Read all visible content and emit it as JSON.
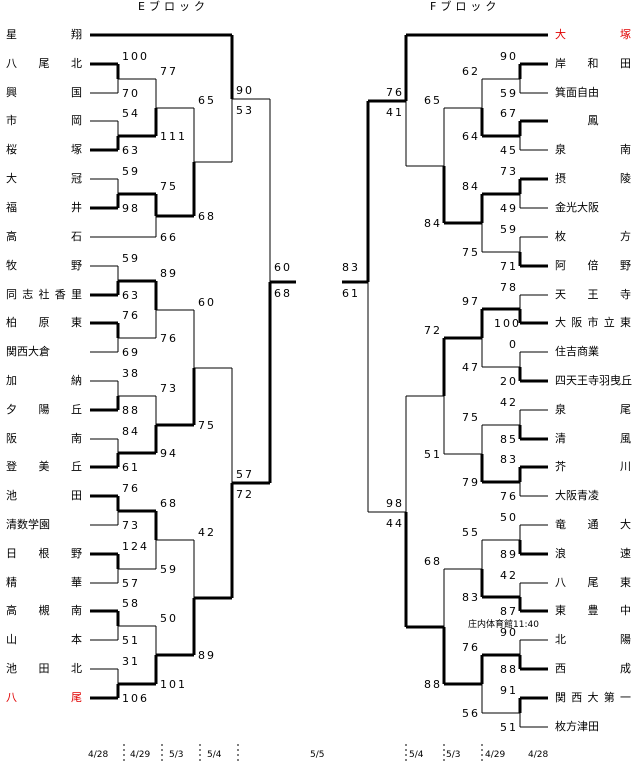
{
  "blocks": {
    "E": {
      "title": "Eブロック",
      "teams": [
        "星　　翔",
        "八　尾　北",
        "興　　国",
        "市　　岡",
        "桜　　塚",
        "大　　冠",
        "福　　井",
        "高　　石",
        "牧　　野",
        "同志社香里",
        "柏　原　東",
        "関西大倉",
        "加　　納",
        "夕　陽　丘",
        "阪　　南",
        "登　美　丘",
        "池　　田",
        "清数学園",
        "日　根　野",
        "精　　華",
        "高　槻　南",
        "山　　本",
        "池　田　北",
        "八　　尾"
      ],
      "r1": [
        "100",
        "70",
        "54",
        "63",
        "59",
        "98",
        "59",
        "63",
        "76",
        "69",
        "38",
        "88",
        "84",
        "61",
        "76",
        "73",
        "124",
        "57",
        "58",
        "51",
        "31",
        "106"
      ],
      "r2": [
        "77",
        "111",
        "75",
        "66",
        "89",
        "76",
        "73",
        "94",
        "68",
        "59",
        "50",
        "101"
      ],
      "r3": [
        "65",
        "68",
        "60",
        "75",
        "42",
        "89"
      ],
      "r4": [
        "90",
        "53",
        "57",
        "72"
      ],
      "r5": [
        "60",
        "68"
      ]
    },
    "F": {
      "title": "Fブロック",
      "teams": [
        "大　　塚",
        "岸　和　田",
        "箕面自由",
        "鳳",
        "泉　　南",
        "摂　　陵",
        "金光大阪",
        "枚　　方",
        "阿　倍　野",
        "天　王　寺",
        "大阪市立東",
        "住吉商業",
        "四天王寺羽曳丘",
        "泉　　尾",
        "清　　風",
        "芥　　川",
        "大阪青凌",
        "竜　通　大",
        "浪　　速",
        "八　尾　東",
        "東　豊　中",
        "北　　陽",
        "西　　成",
        "関西大第一",
        "枚方津田"
      ],
      "r1": [
        "90",
        "59",
        "67",
        "45",
        "73",
        "49",
        "59",
        "71",
        "78",
        "100",
        "0",
        "20",
        "42",
        "85",
        "83",
        "76",
        "50",
        "89",
        "42",
        "87",
        "90",
        "88",
        "91",
        "51"
      ],
      "r2": [
        "62",
        "64",
        "84",
        "75",
        "97",
        "47",
        "75",
        "79",
        "55",
        "83",
        "76",
        "56"
      ],
      "r3": [
        "65",
        "84",
        "72",
        "51",
        "68",
        "88"
      ],
      "r4": [
        "76",
        "41",
        "98",
        "44"
      ],
      "r5": [
        "83",
        "61"
      ]
    }
  },
  "venue_note": "庄内体育館11:40",
  "dates": {
    "left": [
      "4/28",
      "4/29",
      "5/3",
      "5/4"
    ],
    "center": "5/5",
    "right": [
      "5/4",
      "5/3",
      "4/29",
      "4/28"
    ]
  },
  "colors": {
    "winner_line": "#000000",
    "loser_line": "#000000",
    "highlight_team": "#e00000"
  },
  "highlighted_teams": [
    "E.八尾",
    "F.大塚"
  ]
}
